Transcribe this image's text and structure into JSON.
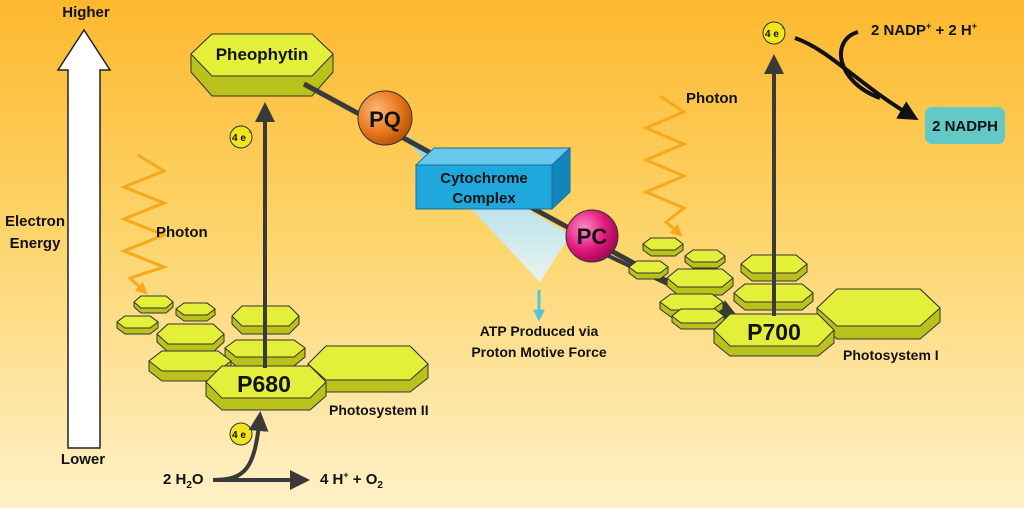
{
  "axis": {
    "higher": "Higher",
    "lower": "Lower",
    "label_line1": "Electron",
    "label_line2": "Energy"
  },
  "photosystem2": {
    "name": "Photosystem II",
    "reaction_center": "P680",
    "acceptor": "Pheophytin",
    "photon": "Photon",
    "electron_badge": "4 e",
    "electron_badge_sup": "-"
  },
  "water": {
    "reactant_main": "2 H",
    "reactant_sub": "2",
    "reactant_end": "O",
    "product_main": "4 H",
    "product_sup": "+",
    "product_mid": " + O",
    "product_sub": "2"
  },
  "transport": {
    "pq": "PQ",
    "cytochrome_line1": "Cytochrome",
    "cytochrome_line2": "Complex",
    "pc": "PC",
    "atp_line1": "ATP Produced via",
    "atp_line2": "Proton Motive Force"
  },
  "photosystem1": {
    "name": "Photosystem I",
    "reaction_center": "P700",
    "photon": "Photon",
    "electron_badge": "4 e",
    "electron_badge_sup": "-"
  },
  "nadp": {
    "reactant_a": "2 NADP",
    "reactant_a_sup": "+",
    "reactant_b": " + 2 H",
    "reactant_b_sup": "+",
    "product": "2 NADPH"
  },
  "colors": {
    "hex_top": "#e4ef3a",
    "hex_side": "#b8c21a",
    "pq": "#e8781c",
    "pc": "#e0187c",
    "cytochrome": "#1ea8dc",
    "nadph_box": "#62c9c6",
    "photon": "#f7a81b",
    "arrow": "#3a3a3a",
    "badge": "#f2e51a"
  }
}
